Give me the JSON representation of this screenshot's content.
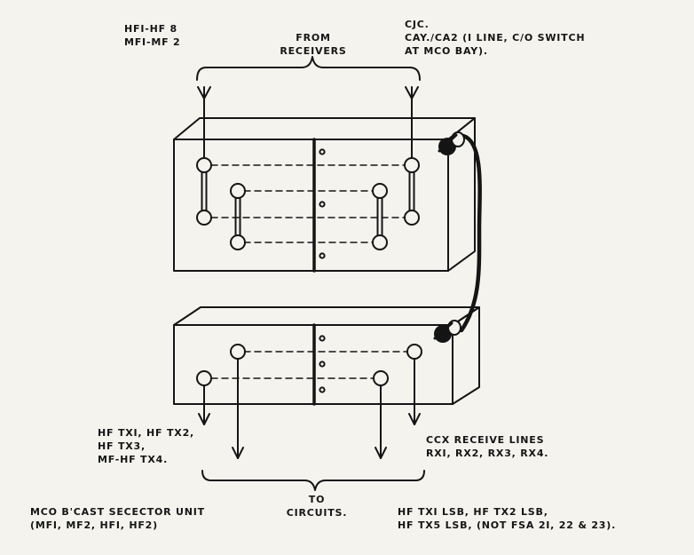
{
  "labels": {
    "top_left": [
      "HFI-HF 8",
      "MFI-MF 2"
    ],
    "from": [
      "FROM",
      "RECEIVERS"
    ],
    "top_right": [
      "CJC.",
      "CAY./CA2  (I LINE, C/O SWITCH",
      "AT MCO BAY)."
    ],
    "mid_left": [
      "HF TXI, HF TX2,",
      "HF TX3,",
      "MF-HF TX4."
    ],
    "mid_right": [
      "CCX RECEIVE LINES",
      "RXI, RX2, RX3, RX4."
    ],
    "to": [
      "TO",
      "CIRCUITS."
    ],
    "bottom_left": [
      "MCO B'CAST SECECTOR UNIT",
      "(MFI, MF2, HFI, HF2)"
    ],
    "bottom_right": [
      "HF TXI  LSB, HF TX2 LSB,",
      "HF TX5  LSB, (NOT FSA 2I, 22 & 23)."
    ]
  },
  "colors": {
    "ink": "#151515",
    "paper": "#f4f3ee"
  }
}
